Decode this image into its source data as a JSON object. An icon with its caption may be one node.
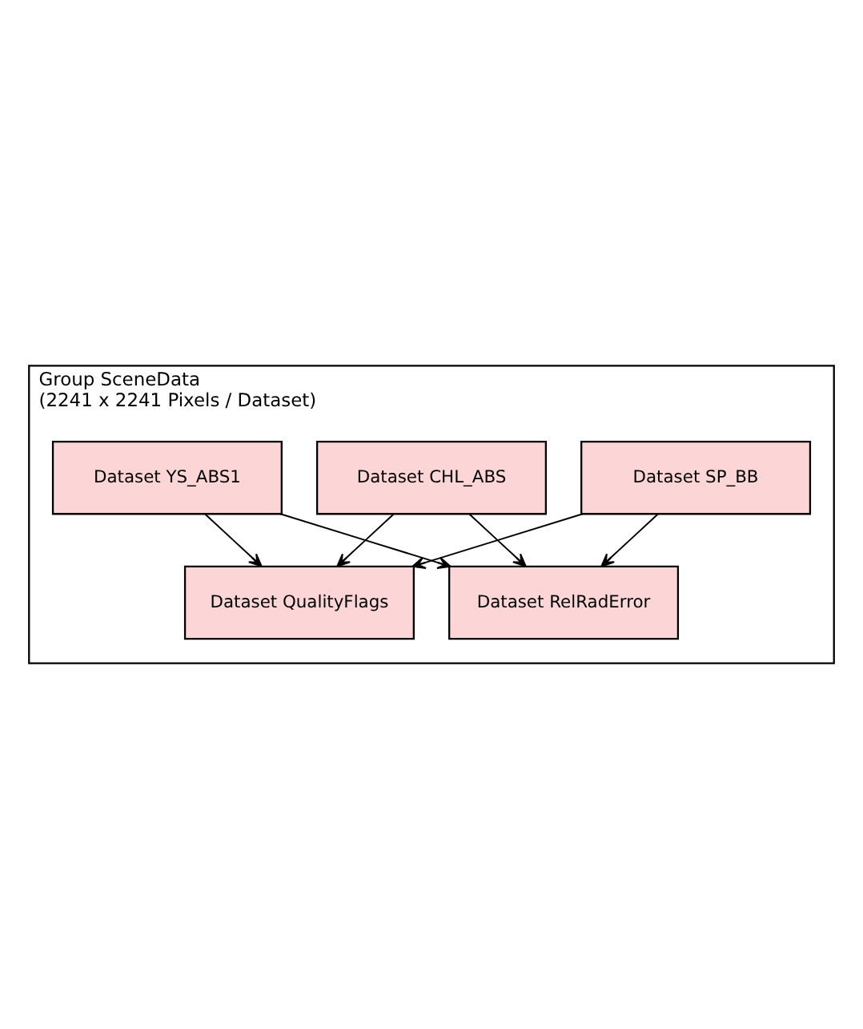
{
  "diagram": {
    "nodes": [
      {
        "text": [
          "Group SceneData",
          "(2241 x 2241 Pixels / Dataset)"
        ]
      },
      {
        "text": [
          "Dataset YS_ABS1"
        ],
        "in": 0
      },
      {
        "text": [
          "Dataset SP_BB"
        ],
        "in": 0
      },
      {
        "text": [
          "Dataset CHL_ABS"
        ],
        "in": 0
      },
      {
        "text": [
          "Dataset QualityFlags"
        ],
        "in": 0
      },
      {
        "text": [
          "Dataset RelRadError"
        ],
        "in": 0
      }
    ],
    "edges": [
      {
        "from": 1,
        "to": 4,
        "arrow": "to"
      },
      {
        "from": 2,
        "to": 4,
        "arrow": "to"
      },
      {
        "from": 3,
        "to": 4,
        "arrow": "to"
      },
      {
        "from": 1,
        "to": 5,
        "arrow": "to"
      },
      {
        "from": 2,
        "to": 5,
        "arrow": "to"
      },
      {
        "from": 3,
        "to": 5,
        "arrow": "to"
      }
    ]
  }
}
